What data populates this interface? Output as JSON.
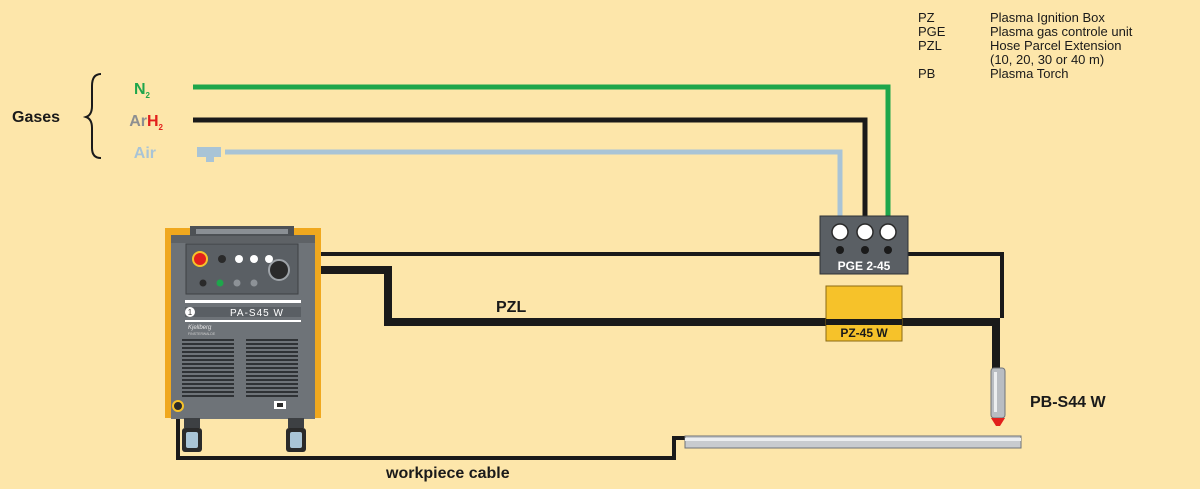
{
  "gases": {
    "label": "Gases",
    "n2": {
      "main": "N",
      "sub": "2"
    },
    "arh2": {
      "ar": "Ar",
      "h": "H",
      "sub": "2"
    },
    "air": "Air"
  },
  "legend": [
    {
      "abbr": "PZ",
      "desc": "Plasma Ignition Box"
    },
    {
      "abbr": "PGE",
      "desc": "Plasma gas controle unit"
    },
    {
      "abbr": "PZL",
      "desc": "Hose Parcel Extension"
    },
    {
      "abbr": "",
      "desc": "(10, 20, 30 or 40 m)"
    },
    {
      "abbr": "PB",
      "desc": "Plasma Torch"
    }
  ],
  "machine": {
    "model": "PA-S45 W",
    "brand": "Kjellberg",
    "sub": "FINSTERWALDE",
    "number": "1"
  },
  "pge": {
    "label": "PGE 2-45"
  },
  "pz": {
    "label": "PZ-45 W"
  },
  "pzl_label": "PZL",
  "torch_label": "PB-S44 W",
  "workpiece_cable": "workpiece cable",
  "colors": {
    "background": "#fde6aa",
    "n2_line": "#1ea64b",
    "air_line": "#a9c4d6",
    "cable": "#1a1a1a",
    "machine": "#6e7378",
    "machine_frame": "#f0a81e",
    "h2_red": "#e2201c",
    "pz_box": "#f6c22a"
  }
}
